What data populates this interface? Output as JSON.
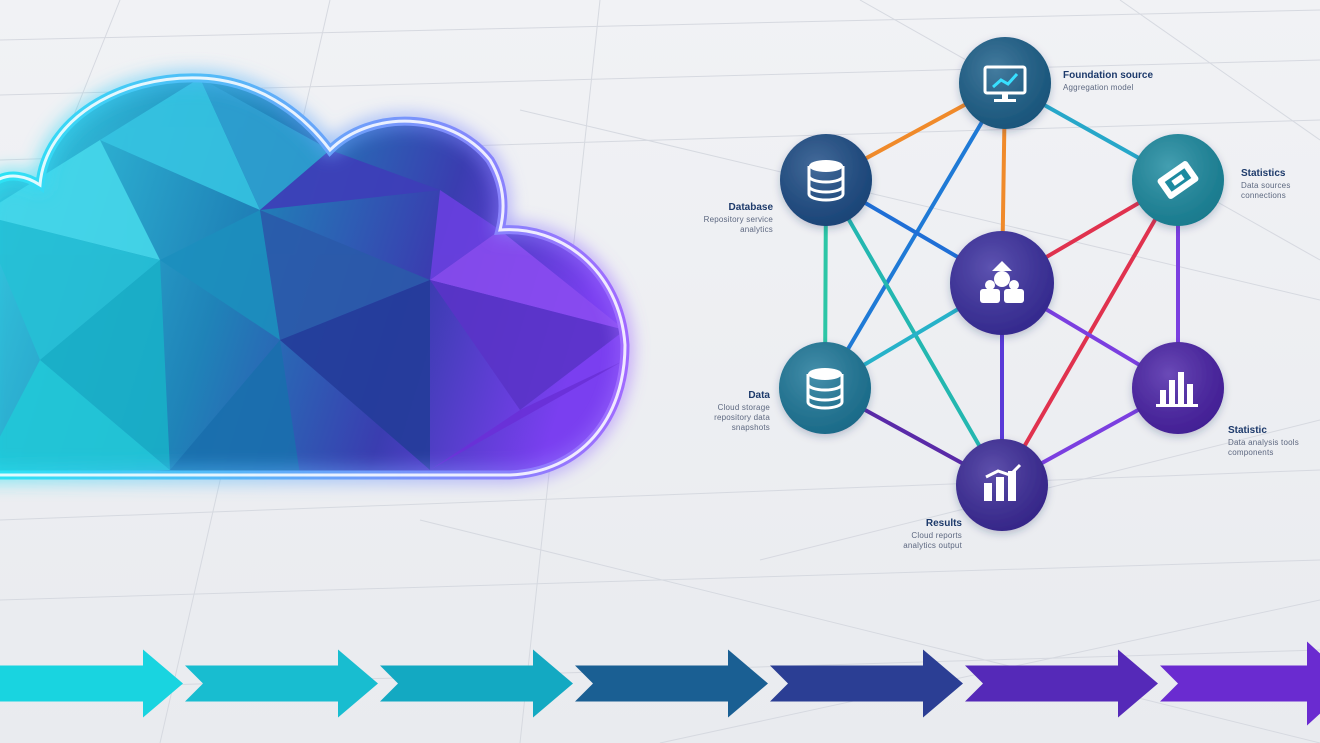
{
  "diagram": {
    "nodes": [
      {
        "id": "monitor",
        "icon": "monitor-chart-icon",
        "color": "#1b5f8a",
        "label_title": "Foundation source",
        "label_desc": "Aggregation model"
      },
      {
        "id": "db-top",
        "icon": "database-icon",
        "color": "#1c4c86",
        "label_title": "Database",
        "label_desc": "Repository service\nanalytics"
      },
      {
        "id": "folder",
        "icon": "folder-icon",
        "color": "#1b8aa0",
        "label_title": "Statistics",
        "label_desc": "Data sources\nconnections"
      },
      {
        "id": "center",
        "icon": "users-hub-icon",
        "color": "#3a2ea0",
        "label_title": "",
        "label_desc": ""
      },
      {
        "id": "db-bottom",
        "icon": "database-icon",
        "color": "#1d789a",
        "label_title": "Data",
        "label_desc": "Cloud storage\nrepository data\nsnapshots"
      },
      {
        "id": "bars-right",
        "icon": "bar-chart-icon",
        "color": "#4a22a8",
        "label_title": "Statistic",
        "label_desc": "Data analysis tools\ncomponents"
      },
      {
        "id": "bars-bottom",
        "icon": "growth-chart-icon",
        "color": "#3b2a9a",
        "label_title": "Results",
        "label_desc": "Cloud reports\nanalytics output"
      }
    ],
    "edges": [
      {
        "from": "db-top",
        "to": "monitor",
        "color": "#f08a2a"
      },
      {
        "from": "monitor",
        "to": "center",
        "color": "#f08a2a"
      },
      {
        "from": "monitor",
        "to": "folder",
        "color": "#27a7c9"
      },
      {
        "from": "monitor",
        "to": "db-bottom",
        "color": "#1f7ad6"
      },
      {
        "from": "db-top",
        "to": "center",
        "color": "#1f6fd6"
      },
      {
        "from": "db-top",
        "to": "db-bottom",
        "color": "#2cc6a6"
      },
      {
        "from": "db-top",
        "to": "bars-bottom",
        "color": "#23b7b0"
      },
      {
        "from": "folder",
        "to": "center",
        "color": "#e0324e"
      },
      {
        "from": "folder",
        "to": "bars-right",
        "color": "#7b3fe0"
      },
      {
        "from": "folder",
        "to": "bars-bottom",
        "color": "#e0324e"
      },
      {
        "from": "center",
        "to": "db-bottom",
        "color": "#27b2c9"
      },
      {
        "from": "center",
        "to": "bars-right",
        "color": "#7b3fe0"
      },
      {
        "from": "center",
        "to": "bars-bottom",
        "color": "#5a3ad8"
      },
      {
        "from": "db-bottom",
        "to": "bars-bottom",
        "color": "#5a2aa8"
      },
      {
        "from": "bars-right",
        "to": "bars-bottom",
        "color": "#7b3fe0"
      }
    ]
  },
  "cloud": {
    "glow_start": "#26e3f0",
    "glow_end": "#8f4dff"
  },
  "flow_arrows": {
    "colors": [
      "#19d4e0",
      "#18bdd0",
      "#13a9c2",
      "#1a5f93",
      "#2b3e94",
      "#5529b8",
      "#6a2bd0"
    ]
  }
}
